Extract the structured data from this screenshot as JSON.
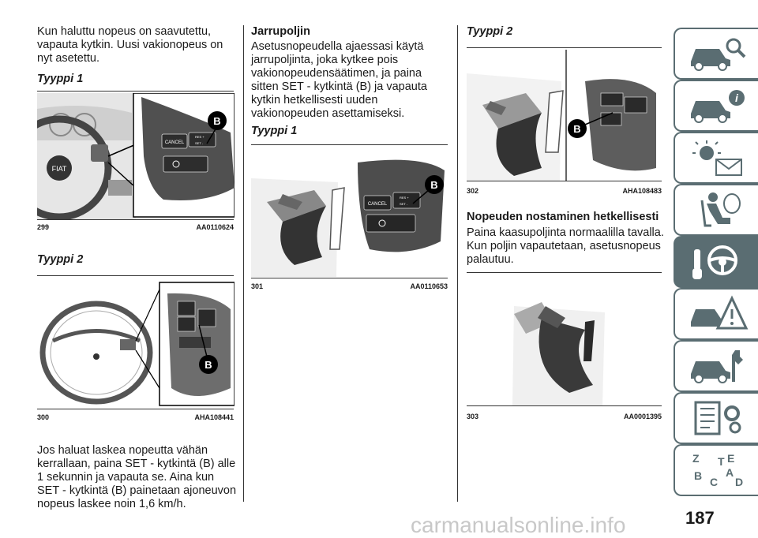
{
  "col1": {
    "intro": "Kun haluttu nopeus on saavutettu, vapauta kytkin. Uusi vakionopeus on nyt asetettu.",
    "heading1": "Tyyppi 1",
    "fig299_num": "299",
    "fig299_code": "AA0110624",
    "heading2": "Tyyppi 2",
    "fig300_num": "300",
    "fig300_code": "AHA108441",
    "body": "Jos haluat laskea nopeutta vähän kerrallaan, paina SET - kytkintä (B) alle 1 sekunnin ja vapauta se. Aina kun SET - kytkintä (B) painetaan ajoneuvon nopeus laskee noin 1,6 km/h."
  },
  "col2": {
    "heading": "Jarrupoljin",
    "body": "Asetusnopeudella ajaessasi käytä jarrupoljinta, joka kytkee pois vakionopeudensäätimen, ja paina sitten SET - kytkintä (B) ja vapauta kytkin hetkellisesti uuden vakionopeuden asettamiseksi.",
    "subheading": "Tyyppi 1",
    "fig301_num": "301",
    "fig301_code": "AA0110653"
  },
  "col3": {
    "heading": "Tyyppi 2",
    "fig302_num": "302",
    "fig302_code": "AHA108483",
    "heading2": "Nopeuden nostaminen hetkellisesti",
    "body": "Paina kaasupoljinta normaalilla tavalla. Kun poljin vapautetaan, asetusnopeus palautuu.",
    "fig303_num": "303",
    "fig303_code": "AA0001395"
  },
  "figure_labels": {
    "callout": "B",
    "cancel": "CANCEL",
    "res": "RES +",
    "set": "SET -",
    "logo": "FIAT"
  },
  "page_number": "187",
  "watermark": "carmanualsonline.info",
  "tabs": [
    {
      "icon": "car-search-icon",
      "active": false
    },
    {
      "icon": "car-info-icon",
      "active": false
    },
    {
      "icon": "dashboard-lights-icon",
      "active": false
    },
    {
      "icon": "seat-airbag-icon",
      "active": false
    },
    {
      "icon": "steering-key-icon",
      "active": true
    },
    {
      "icon": "breakdown-warning-icon",
      "active": false
    },
    {
      "icon": "car-service-icon",
      "active": false
    },
    {
      "icon": "specifications-icon",
      "active": false
    },
    {
      "icon": "alphabetical-index-icon",
      "active": false
    }
  ],
  "colors": {
    "tab": "#5a6d72",
    "text": "#1a1a1a"
  }
}
